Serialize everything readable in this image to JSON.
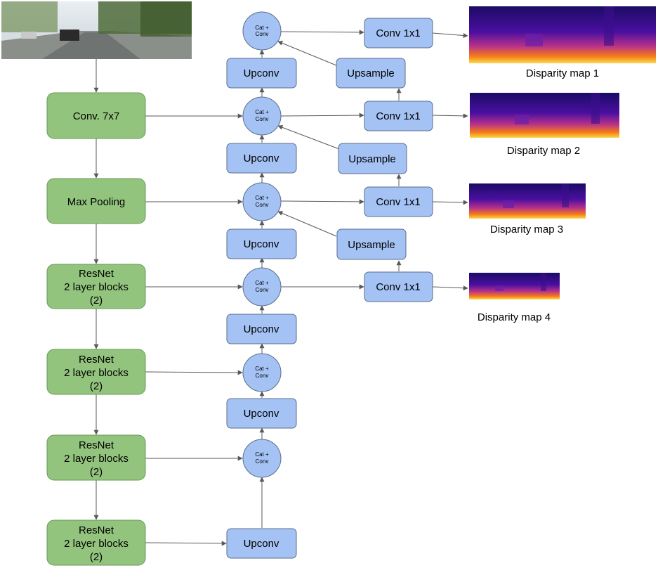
{
  "encoder": {
    "conv": "Conv. 7x7",
    "pool": "Max Pooling",
    "resnet_line1": "ResNet",
    "resnet_line2": "2 layer blocks",
    "resnet_line3": "(2)"
  },
  "decoder": {
    "upconv": "Upconv",
    "cat_line1": "Cat +",
    "cat_line2": "Conv",
    "conv1x1": "Conv 1x1",
    "upsample": "Upsample"
  },
  "outputs": {
    "disparity_1": "Disparity map 1",
    "disparity_2": "Disparity map 2",
    "disparity_3": "Disparity map 3",
    "disparity_4": "Disparity map 4"
  },
  "colors": {
    "encoder_fill": "#93c47d",
    "decoder_fill": "#a4c2f4",
    "disparity_dark": "#1b0c66",
    "disparity_mid": "#b83289",
    "disparity_bright": "#fbd94b"
  }
}
